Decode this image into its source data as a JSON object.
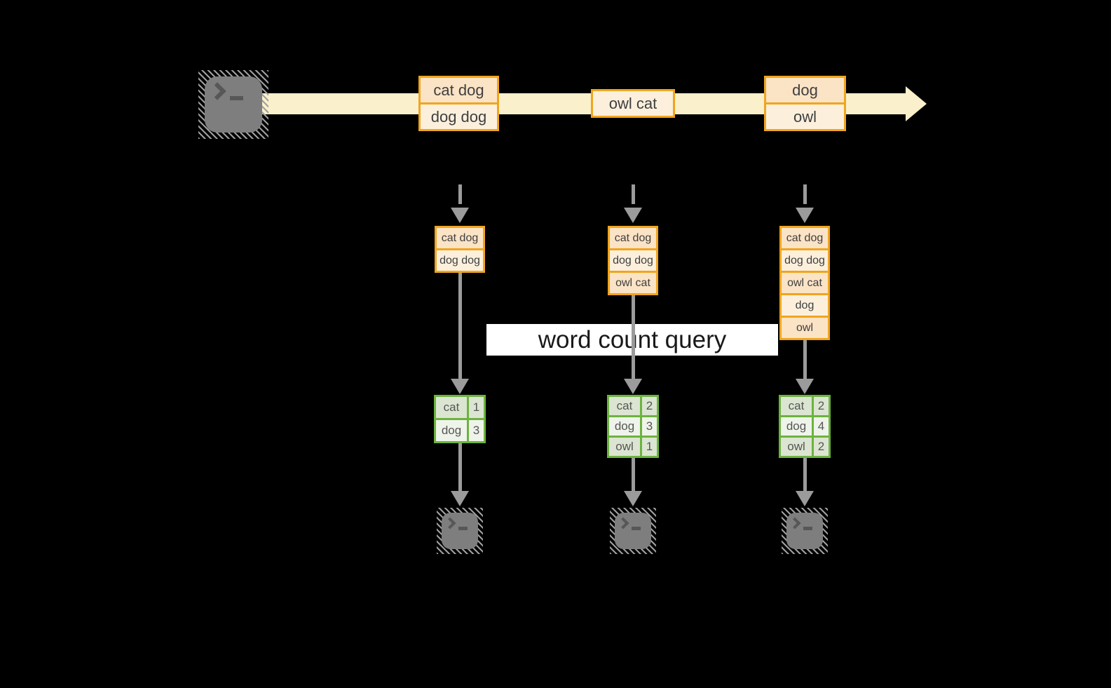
{
  "banner": {
    "label": "word count query"
  },
  "icons": {
    "source": "terminal-icon",
    "sink": "terminal-icon",
    "stream_arrow": "right-arrow-icon",
    "flow_arrow": "down-arrow-icon"
  },
  "stream": {
    "messages": [
      {
        "lines": [
          "cat dog",
          "dog dog"
        ]
      },
      {
        "lines": [
          "owl cat"
        ]
      },
      {
        "lines": [
          "dog",
          "owl"
        ]
      }
    ]
  },
  "columns": [
    {
      "buffer": [
        "cat dog",
        "dog dog"
      ],
      "counts": [
        {
          "word": "cat",
          "count": "1"
        },
        {
          "word": "dog",
          "count": "3"
        }
      ]
    },
    {
      "buffer": [
        "cat dog",
        "dog dog",
        "owl cat"
      ],
      "counts": [
        {
          "word": "cat",
          "count": "2"
        },
        {
          "word": "dog",
          "count": "3"
        },
        {
          "word": "owl",
          "count": "1"
        }
      ]
    },
    {
      "buffer": [
        "cat dog",
        "dog dog",
        "owl cat",
        "dog",
        "owl"
      ],
      "counts": [
        {
          "word": "cat",
          "count": "2"
        },
        {
          "word": "dog",
          "count": "4"
        },
        {
          "word": "owl",
          "count": "2"
        }
      ]
    }
  ],
  "colors": {
    "background": "#000000",
    "stream_band": "#FAF0CC",
    "box_border": "#F0A51E",
    "box_fill_peach": "#FBE3C5",
    "box_fill_cream": "#FCF0DD",
    "table_border": "#6CB33F",
    "table_fill_dark": "#DCE5D2",
    "table_fill_light": "#EFF4EA",
    "arrow_gray": "#9B9B9B",
    "terminal_gray": "#7E7E7E",
    "banner_bg": "#FFFFFF"
  }
}
